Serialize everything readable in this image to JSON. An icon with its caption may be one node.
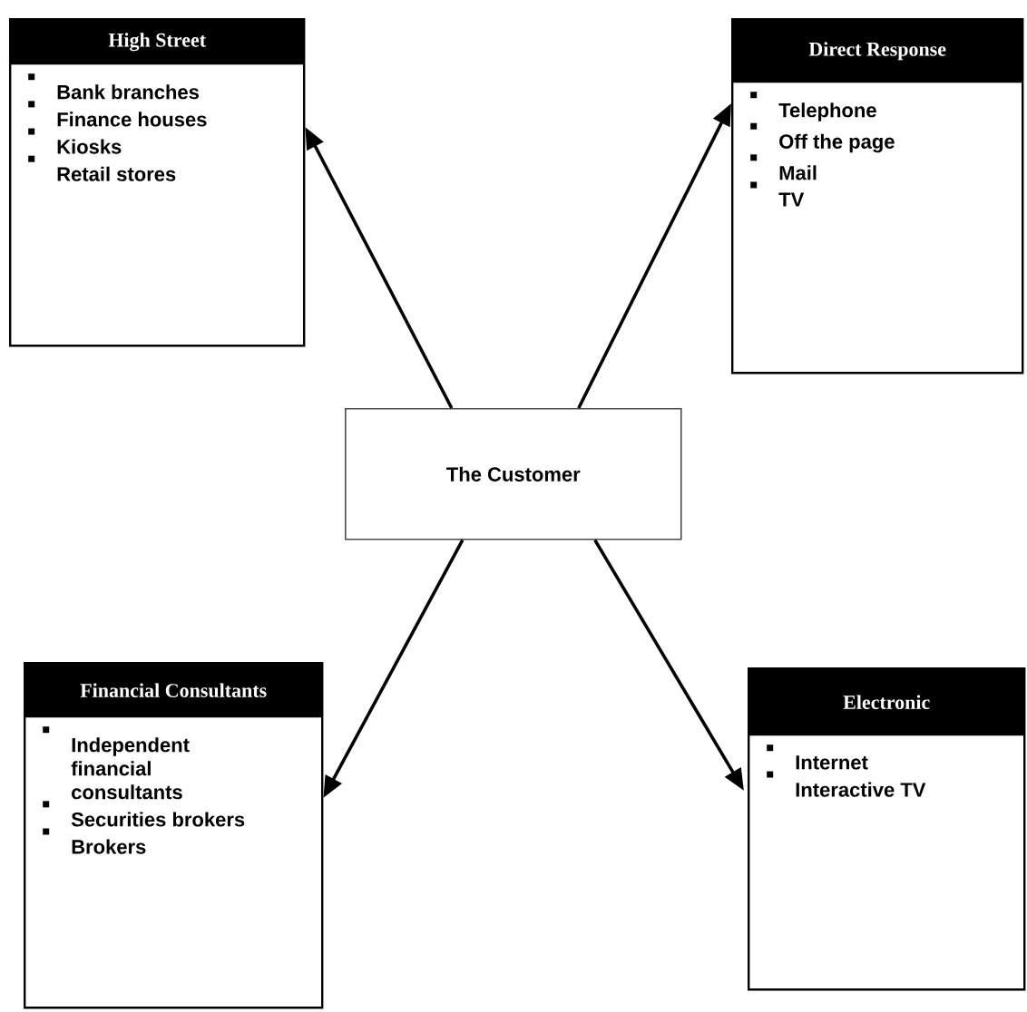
{
  "diagram": {
    "nodes": [
      {
        "text": [
          "High Street",
          "Bank branches",
          "Finance houses",
          "Kiosks",
          "Retail stores"
        ]
      },
      {
        "text": [
          "Direct Response",
          "Telephone",
          "Off the page",
          "Mail",
          "TV"
        ]
      },
      {
        "text": [
          "The Customer"
        ]
      },
      {
        "text": [
          "Financial Consultants",
          "Independent financial consultants",
          "Securities brokers",
          "Brokers"
        ]
      },
      {
        "text": [
          "Electronic",
          "Internet",
          "Interactive TV"
        ]
      }
    ],
    "edges": [
      {
        "from": 2,
        "to": 0,
        "arrow": "to"
      },
      {
        "from": 2,
        "to": 1,
        "arrow": "to"
      },
      {
        "from": 2,
        "to": 3,
        "arrow": "to"
      },
      {
        "from": 2,
        "to": 4,
        "arrow": "to"
      }
    ]
  }
}
